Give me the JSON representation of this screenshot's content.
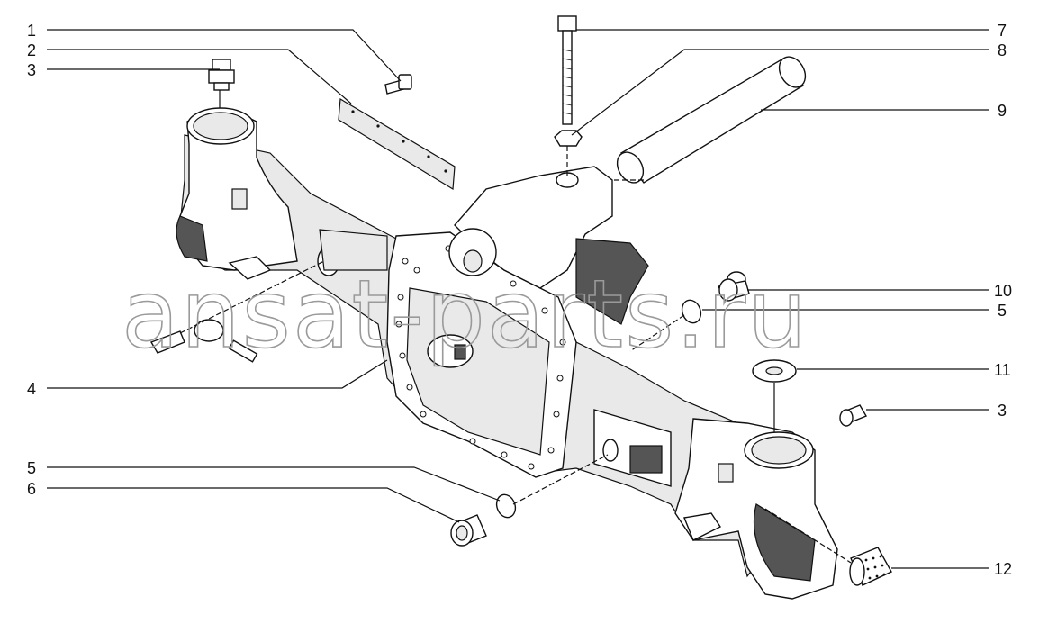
{
  "watermark": "ansat-parts.ru",
  "callouts": {
    "c1": "1",
    "c2": "2",
    "c3a": "3",
    "c4": "4",
    "c5a": "5",
    "c6": "6",
    "c7": "7",
    "c8": "8",
    "c9": "9",
    "c10": "10",
    "c5b": "5",
    "c11": "11",
    "c3b": "3",
    "c12": "12"
  }
}
